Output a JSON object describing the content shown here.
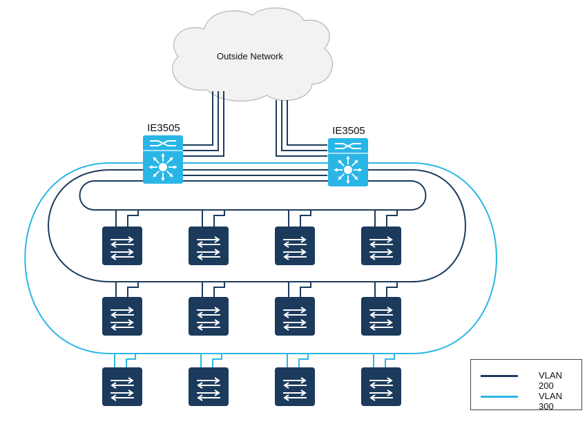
{
  "cloud": {
    "label": "Outside Network"
  },
  "distribution_switches": [
    {
      "label": "IE3505"
    },
    {
      "label": "IE3505"
    }
  ],
  "legend": {
    "items": [
      {
        "label": "VLAN 200",
        "color": "#1b3a5c"
      },
      {
        "label": "VLAN 300",
        "color": "#29b6e6"
      }
    ]
  },
  "colors": {
    "vlan200": "#1b3a5c",
    "vlan300": "#29b6e6",
    "access_switch": "#1b3a5c",
    "distribution_switch": "#29b6e6",
    "cloud_fill": "#f2f2f2"
  },
  "access_switch_rows": [
    {
      "vlan": "VLAN 200",
      "count": 4
    },
    {
      "vlan": "VLAN 200",
      "count": 4
    },
    {
      "vlan": "VLAN 300",
      "count": 4
    }
  ],
  "icons": {
    "cloud": "cloud-icon",
    "distribution": "multilayer-switch-icon",
    "access": "layer2-switch-icon"
  }
}
